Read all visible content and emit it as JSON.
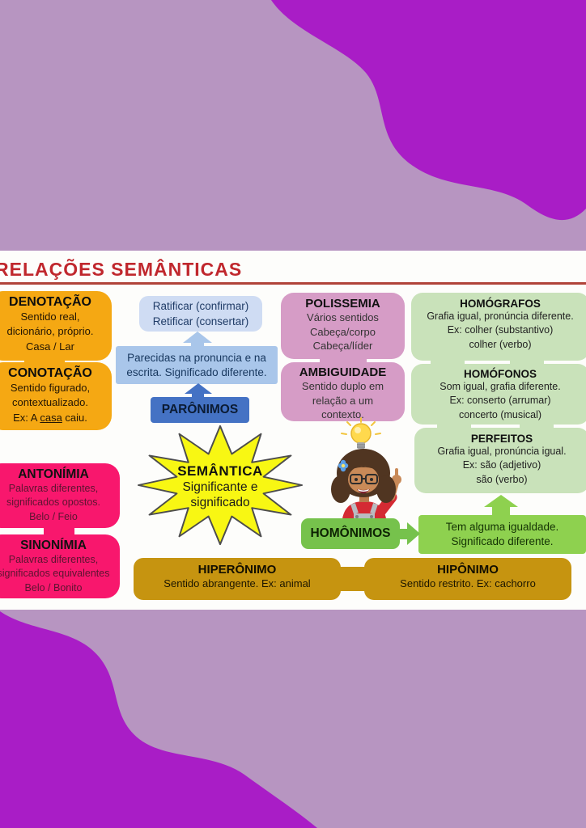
{
  "page": {
    "title": "RELAÇÕES SEMÂNTICAS"
  },
  "colors": {
    "background": "#b795c1",
    "wave_purple": "#a91dc6",
    "panel_white": "#fdfdfb",
    "title_red": "#c0272d",
    "divider_red": "#b04339",
    "orange": "#f5a813",
    "hot_pink": "#f8176d",
    "pale_blue": "#cfdcf3",
    "mid_blue": "#a9c6ea",
    "royal_blue": "#4472c4",
    "rose_pink": "#d69cc6",
    "light_green": "#c9e2ba",
    "bright_green": "#8ed14f",
    "medium_green": "#76c24c",
    "olive_gold": "#c69410",
    "star_yellow": "#f8f713"
  },
  "boxes": {
    "denotacao": {
      "title": "DENOTAÇÃO",
      "lines": [
        "Sentido real,",
        "dicionário, próprio.",
        "Casa / Lar"
      ]
    },
    "conotacao": {
      "title": "CONOTAÇÃO",
      "lines": [
        "Sentido figurado,",
        "contextualizado."
      ],
      "example": {
        "prefix": "Ex: A ",
        "underlined": "casa",
        "suffix": " caiu."
      }
    },
    "antonimia": {
      "title": "ANTONÍMIA",
      "lines": [
        "Palavras diferentes,",
        "significados opostos.",
        "Belo / Feio"
      ]
    },
    "sinonimia": {
      "title": "SINONÍMIA",
      "lines": [
        "Palavras diferentes,",
        "significados equivalentes",
        "Belo / Bonito"
      ]
    },
    "ratificar": {
      "lines": [
        "Ratificar (confirmar)",
        "Retificar (consertar)"
      ]
    },
    "parecidas": {
      "lines": [
        "Parecidas na pronuncia e na",
        "escrita. Significado diferente."
      ]
    },
    "paronimos": {
      "label": "PARÔNIMOS"
    },
    "semantica": {
      "title": "SEMÂNTICA",
      "lines": [
        "Significante e",
        "significado"
      ]
    },
    "polissemia": {
      "title": "POLISSEMIA",
      "lines": [
        "Vários sentidos",
        "Cabeça/corpo",
        "Cabeça/líder"
      ]
    },
    "ambiguidade": {
      "title": "AMBIGUIDADE",
      "lines": [
        "Sentido duplo em",
        "relação a um",
        "contexto."
      ]
    },
    "homografos": {
      "title": "HOMÓGRAFOS",
      "lines": [
        "Grafia igual, pronúncia diferente.",
        "Ex: colher (substantivo)",
        "colher (verbo)"
      ]
    },
    "homofonos": {
      "title": "HOMÓFONOS",
      "lines": [
        "Som igual, grafia diferente.",
        "Ex: conserto (arrumar)",
        "concerto (musical)"
      ]
    },
    "perfeitos": {
      "title": "PERFEITOS",
      "lines": [
        "Grafia igual, pronúncia igual.",
        "Ex: são (adjetivo)",
        "são (verbo)"
      ]
    },
    "tem_igualdade": {
      "lines": [
        "Tem alguma igualdade.",
        "Significado diferente."
      ]
    },
    "homonimos": {
      "label": "HOMÔNIMOS"
    },
    "hiperonimo": {
      "title": "HIPERÔNIMO",
      "line": "Sentido abrangente. Ex: animal"
    },
    "hiponimo": {
      "title": "HIPÔNIMO",
      "line": "Sentido restrito. Ex: cachorro"
    }
  },
  "icons": {
    "lightbulb": "lightbulb-icon",
    "teacher": "teacher-character"
  }
}
